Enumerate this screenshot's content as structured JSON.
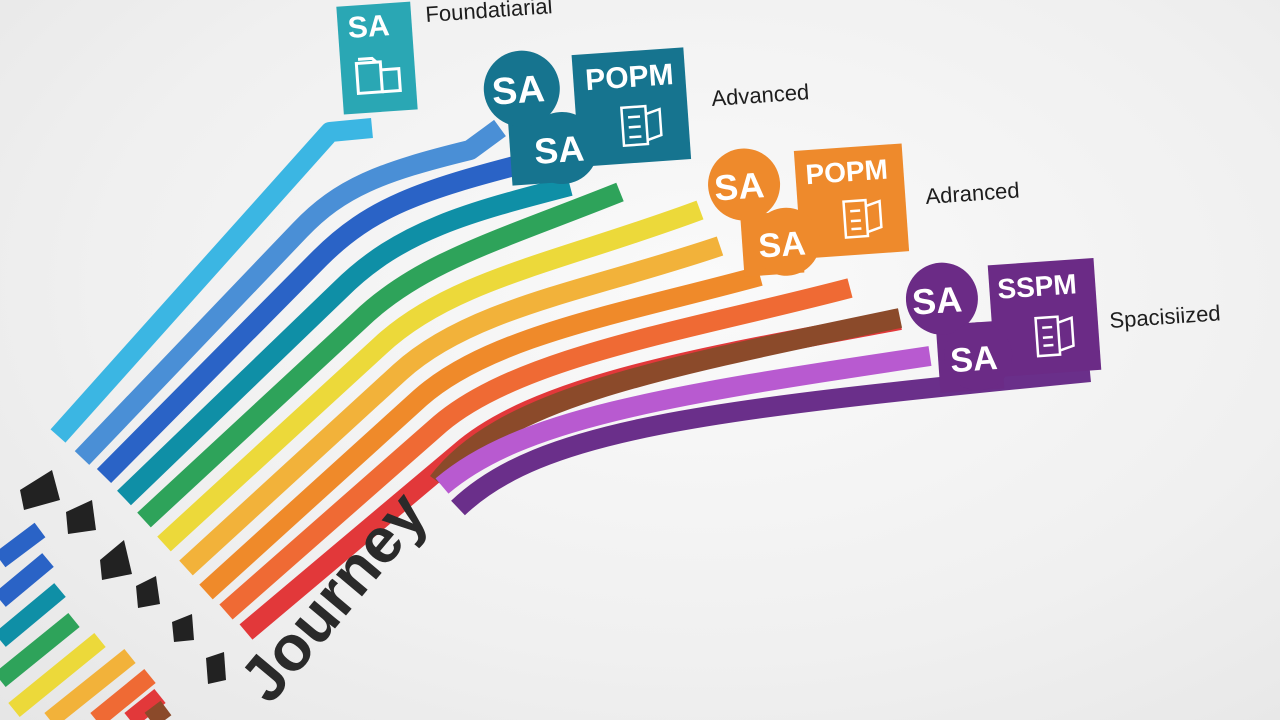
{
  "colors": {
    "cyan": "#3bb6e3",
    "blue_light": "#4a8fd6",
    "blue": "#2a63c6",
    "teal": "#0f8fa6",
    "green": "#2ea35a",
    "yellow": "#ecd93a",
    "yellow_orange": "#f2b23a",
    "orange": "#ef8a2a",
    "orange_red": "#ef6a34",
    "red": "#e2383a",
    "brown": "#8b4a2a",
    "magenta": "#b85ad0",
    "purple": "#6a2f8a",
    "teal_badge": "#2aa7b4",
    "dark_teal_badge": "#16748f",
    "orange_badge": "#ee8a2c",
    "purple_badge": "#6b2b86",
    "icon_dark": "#222222"
  },
  "badges": {
    "foundational": {
      "sa_label": "SA",
      "level_label": "Foundatiarial",
      "icon": "folder-icon"
    },
    "advanced_1": {
      "sa_top": "SA",
      "sa_bottom": "SA",
      "cert_label": "POPM",
      "level_label": "Advanced",
      "icon": "certificate-icon"
    },
    "advanced_2": {
      "sa_top": "SA",
      "sa_bottom": "SA",
      "cert_label": "POPM",
      "level_label": "Adranced",
      "icon": "certificate-icon"
    },
    "specialized": {
      "sa_top": "SA",
      "sa_bottom": "SA",
      "cert_label": "SSPM",
      "level_label": "Spacisiized",
      "icon": "certificate-icon"
    }
  },
  "journey_label": "Journey"
}
